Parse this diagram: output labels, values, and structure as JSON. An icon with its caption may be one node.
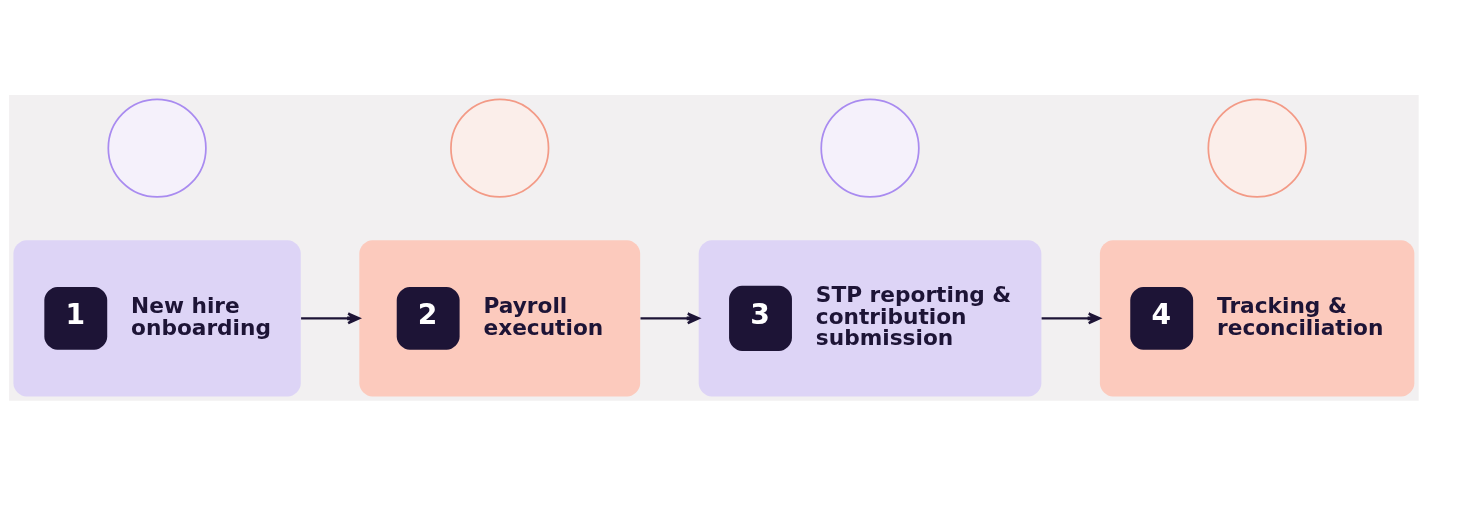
{
  "diagram": {
    "nodes": [
      {
        "text": [],
        "shape": "circle"
      },
      {
        "text": [
          "1",
          "New hire onboarding"
        ]
      },
      {
        "text": [],
        "shape": "circle"
      },
      {
        "text": [
          "2",
          "Payroll execution"
        ]
      },
      {
        "text": [],
        "shape": "circle"
      },
      {
        "text": [
          "3",
          "STP reporting & contribution submission"
        ]
      },
      {
        "text": [],
        "shape": "circle"
      },
      {
        "text": [
          "4",
          "Tracking & reconciliation"
        ]
      }
    ],
    "edges": [
      {
        "from": 1,
        "to": 3,
        "arrow": "to"
      },
      {
        "from": 3,
        "to": 5,
        "arrow": "to"
      },
      {
        "from": 5,
        "to": 7,
        "arrow": "to"
      }
    ]
  }
}
